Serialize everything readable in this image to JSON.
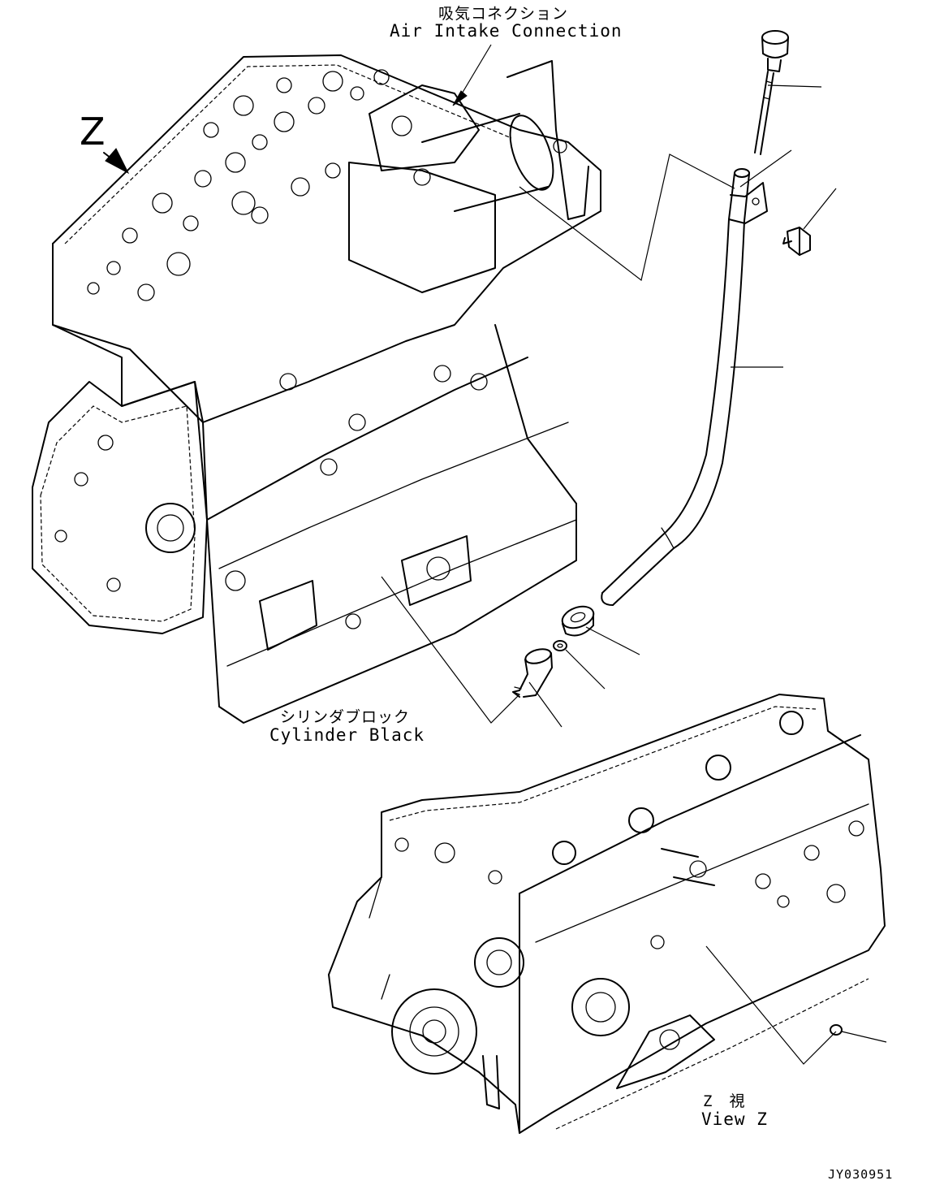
{
  "labels": {
    "air_intake": {
      "ja": "吸気コネクション",
      "en": "Air Intake Connection"
    },
    "cylinder_block": {
      "ja": "シリンダブロック",
      "en": "Cylinder Black"
    },
    "view_marker": "Z",
    "view_caption": {
      "ja": "Z　視",
      "en": "View Z"
    },
    "drawing_code": "JY030951"
  },
  "icons": [
    "arrow-view-z-icon"
  ]
}
